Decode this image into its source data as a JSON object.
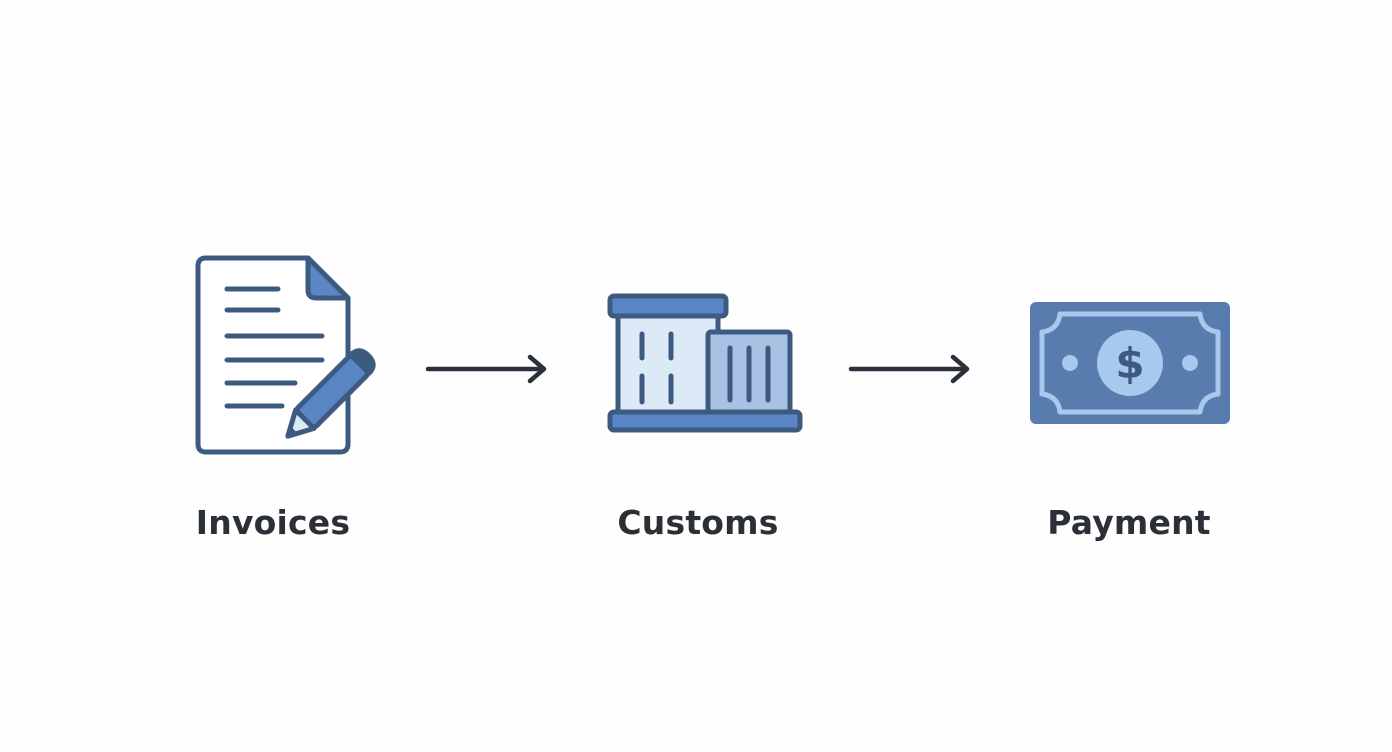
{
  "flow": {
    "steps": [
      {
        "label": "Invoices",
        "icon": "invoice-document-pencil-icon"
      },
      {
        "label": "Customs",
        "icon": "customs-building-icon"
      },
      {
        "label": "Payment",
        "icon": "dollar-banknote-icon"
      }
    ]
  },
  "colors": {
    "stroke": "#3d5a80",
    "fill_mid": "#5b86c5",
    "fill_light": "#dceaf8",
    "fill_soft": "#a9c2e4",
    "bill_dark": "#587cae",
    "bill_light": "#a9c8ee",
    "arrow": "#2b313b",
    "label": "#2b2f36"
  }
}
